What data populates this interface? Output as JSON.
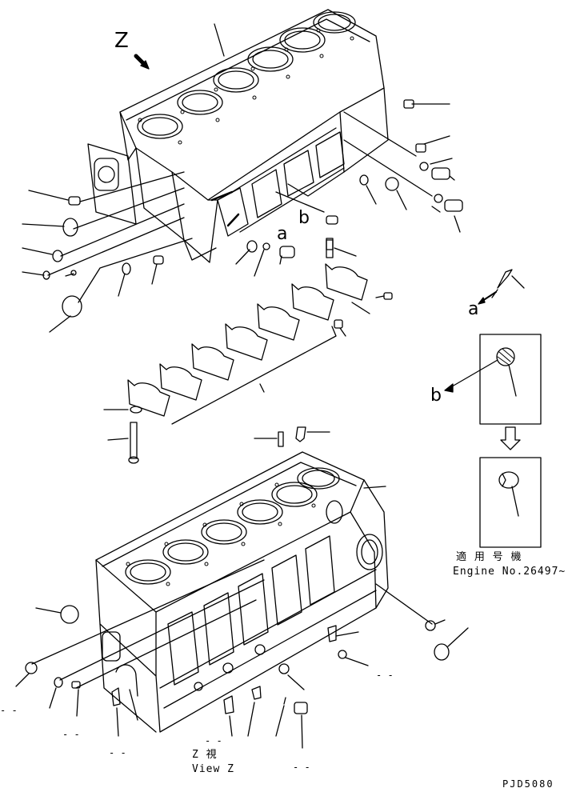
{
  "labels": {
    "view_marker": "Z",
    "detail_a": "a",
    "detail_b": "b",
    "pointer_a": "a",
    "pointer_b": "b",
    "applicable_model_jp": "適 用 号 機",
    "engine_number": "Engine No.26497~",
    "view_jp": "Z  視",
    "view_en": "View Z",
    "drawing_code": "PJD5080",
    "dash_mark": "-  -"
  },
  "colors": {
    "line": "#000000",
    "background": "#ffffff"
  }
}
